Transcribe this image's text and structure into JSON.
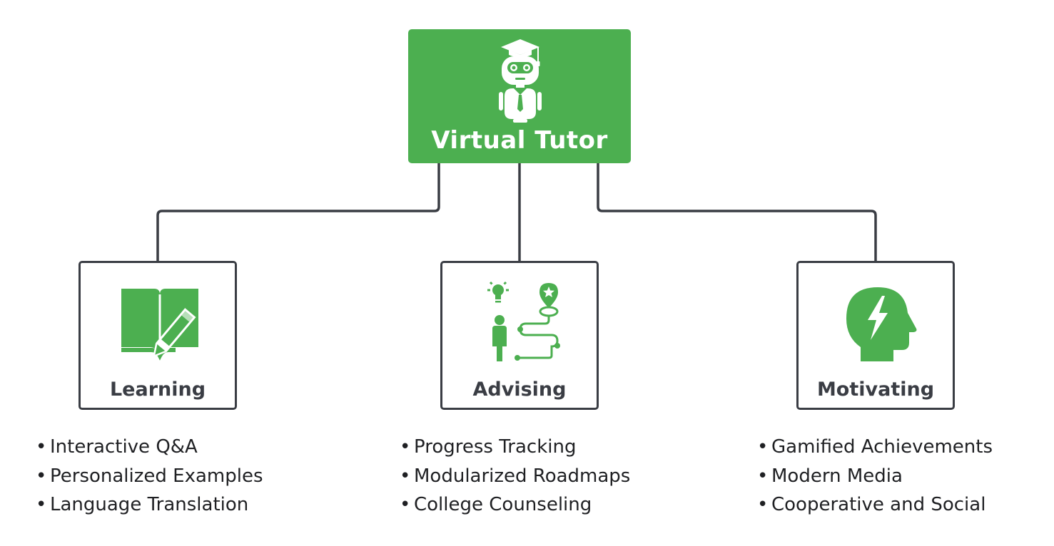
{
  "root": {
    "title": "Virtual Tutor",
    "icon": "robot-tutor-icon"
  },
  "branches": [
    {
      "id": "learning",
      "title": "Learning",
      "icon": "book-pencil-icon",
      "features": [
        "Interactive Q&A",
        "Personalized Examples",
        "Language Translation"
      ]
    },
    {
      "id": "advising",
      "title": "Advising",
      "icon": "roadmap-person-icon",
      "features": [
        "Progress Tracking",
        "Modularized Roadmaps",
        "College Counseling"
      ]
    },
    {
      "id": "motivating",
      "title": "Motivating",
      "icon": "head-lightning-icon",
      "features": [
        "Gamified Achievements",
        "Modern Media",
        "Cooperative and Social"
      ]
    }
  ],
  "colors": {
    "accent": "#4caf50",
    "border": "#3a3d44",
    "text": "#1f2023"
  }
}
